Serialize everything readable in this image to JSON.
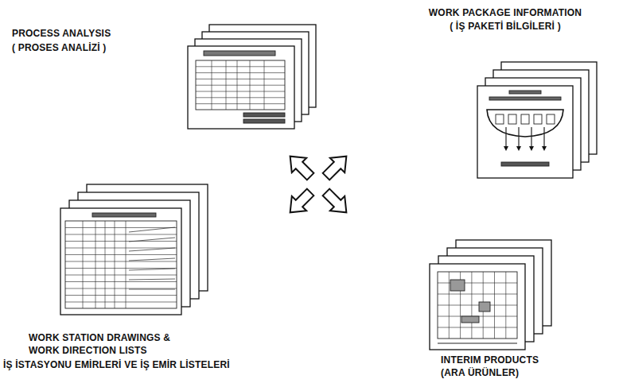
{
  "diagram": {
    "nodes": [
      {
        "text": [
          "PROCESS ANALYSIS",
          "( PROSES ANALİZİ )"
        ]
      },
      {
        "text": [
          "WORK PACKAGE INFORMATION",
          "( İŞ PAKETİ BİLGİLERİ )"
        ]
      },
      {
        "text": [
          "WORK STATION DRAWINGS & WORK DIRECTION LISTS",
          "İŞ İSTASYONU EMİRLERİ VE İŞ EMİR LİSTELERİ"
        ]
      },
      {
        "text": [
          "INTERIM PRODUCTS",
          "(ARA ÜRÜNLER)"
        ]
      }
    ]
  }
}
